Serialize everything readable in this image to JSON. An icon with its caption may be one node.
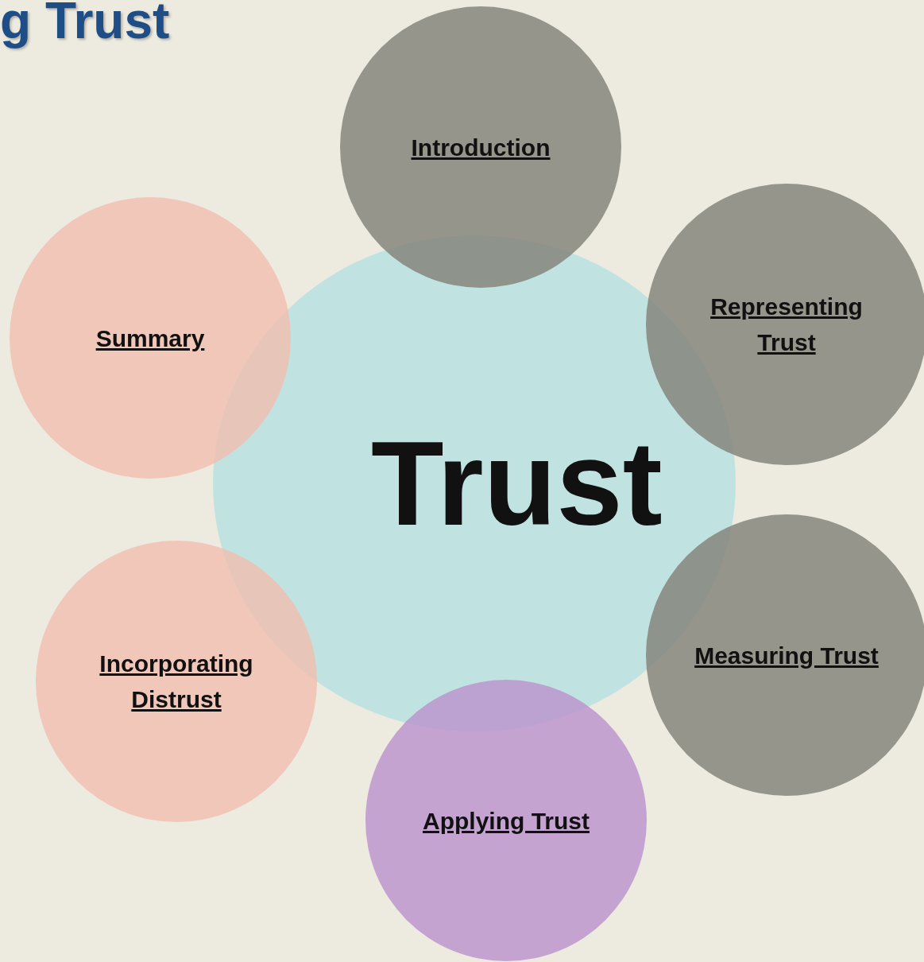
{
  "diagram": {
    "title": "g Trust",
    "nodes": [
      {
        "text": [
          "Trust"
        ]
      },
      {
        "text": [
          "Introduction"
        ]
      },
      {
        "text": [
          "Representing Trust"
        ]
      },
      {
        "text": [
          "Measuring Trust"
        ]
      },
      {
        "text": [
          "Applying Trust"
        ]
      },
      {
        "text": [
          "Incorporating Distrust"
        ]
      },
      {
        "text": [
          "Summary"
        ]
      }
    ]
  }
}
